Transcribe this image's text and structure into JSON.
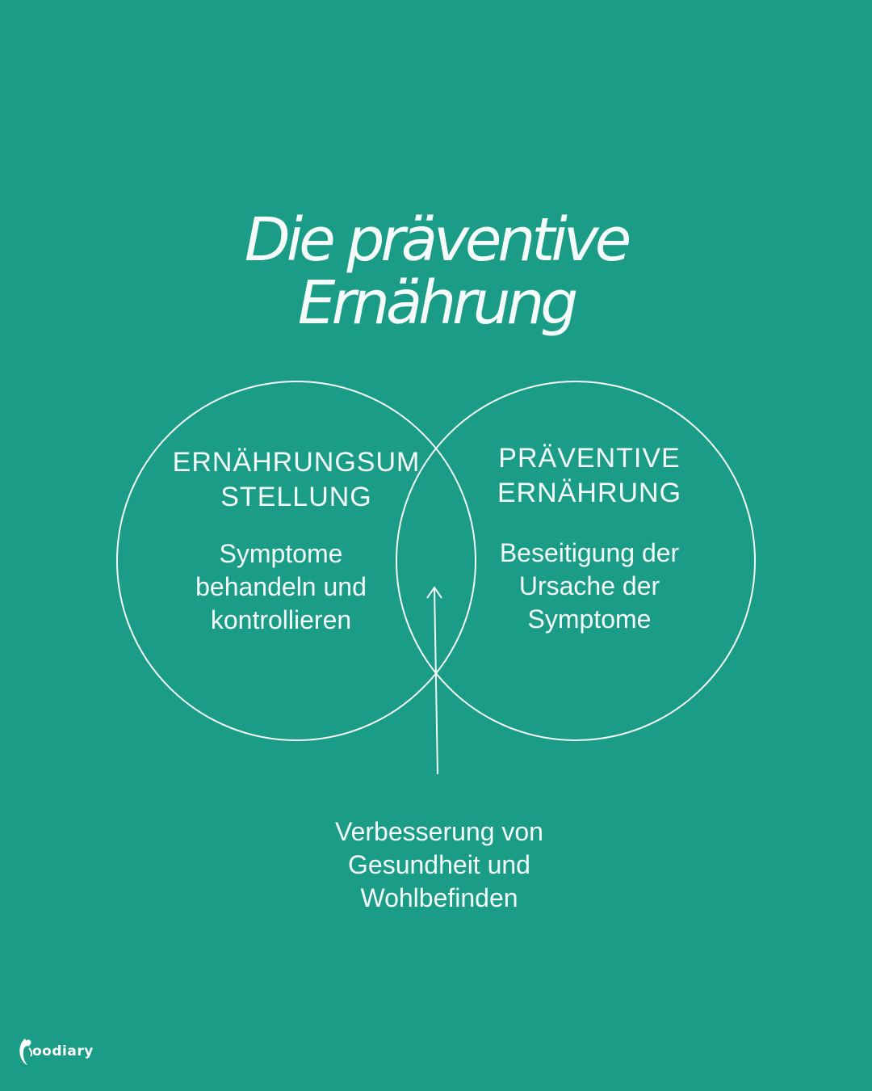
{
  "title": {
    "line1": "Die präventive",
    "line2": "Ernährung"
  },
  "left_circle": {
    "heading_line1": "ERNÄHRUNGSUM",
    "heading_line2": "STELLUNG",
    "body_line1": "Symptome",
    "body_line2": "behandeln und",
    "body_line3": "kontrollieren"
  },
  "right_circle": {
    "heading_line1": "PRÄVENTIVE",
    "heading_line2": "ERNÄHRUNG",
    "body_line1": "Beseitigung der",
    "body_line2": "Ursache der",
    "body_line3": "Symptome"
  },
  "intersection": {
    "line1": "Verbesserung von",
    "line2": "Gesundheit und",
    "line3": "Wohlbefinden"
  },
  "brand": {
    "logo_text": "oodiary"
  },
  "colors": {
    "background": "#1a9c87",
    "foreground": "#f4fbf8"
  },
  "icons": [
    "arrow-up-icon",
    "brand-logo-icon"
  ]
}
